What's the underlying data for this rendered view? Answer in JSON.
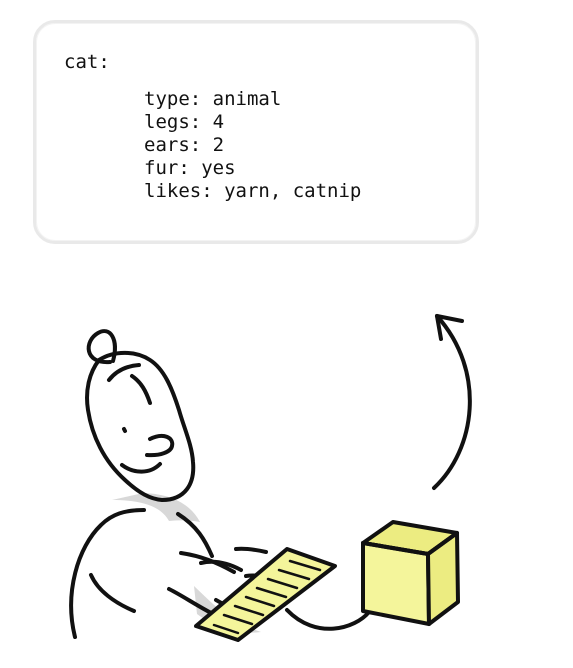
{
  "code": {
    "object_name": "cat:",
    "properties": [
      "type: animal",
      "legs: 4",
      "ears: 2",
      "fur: yes",
      "likes: yarn, catnip"
    ]
  },
  "colors": {
    "card_border": "#e9e9e9",
    "ink": "#111111",
    "computer_yellow": "#f4f59b",
    "shadow_gray": "#d8d8d8"
  },
  "icons": {
    "person": "person-at-keyboard-icon",
    "keyboard": "keyboard-icon",
    "computer": "computer-cube-icon",
    "arrow": "up-arrow-icon"
  }
}
